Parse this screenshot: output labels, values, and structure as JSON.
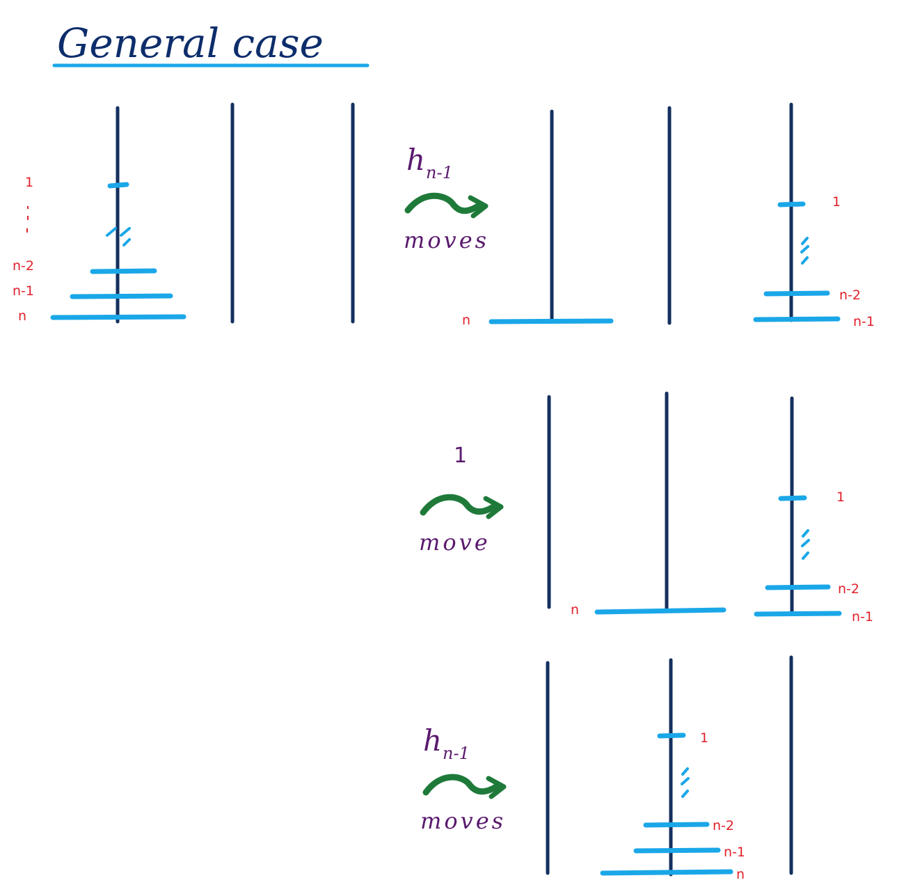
{
  "title": "General case",
  "colors": {
    "title": "#0d2d6b",
    "peg": "#14305f",
    "disk": "#1aa7e8",
    "label": "#e0202a",
    "step_text": "#5a1a6e",
    "arrow": "#1f7a3a"
  },
  "disk_labels": {
    "one": "1",
    "n_minus_2": "n-2",
    "n_minus_1": "n-1",
    "n": "n"
  },
  "steps": [
    {
      "count_main": "h",
      "count_sub": "n-1",
      "word": "moves"
    },
    {
      "count_main": "1",
      "count_sub": "",
      "word": "move"
    },
    {
      "count_main": "h",
      "count_sub": "n-1",
      "word": "moves"
    }
  ]
}
